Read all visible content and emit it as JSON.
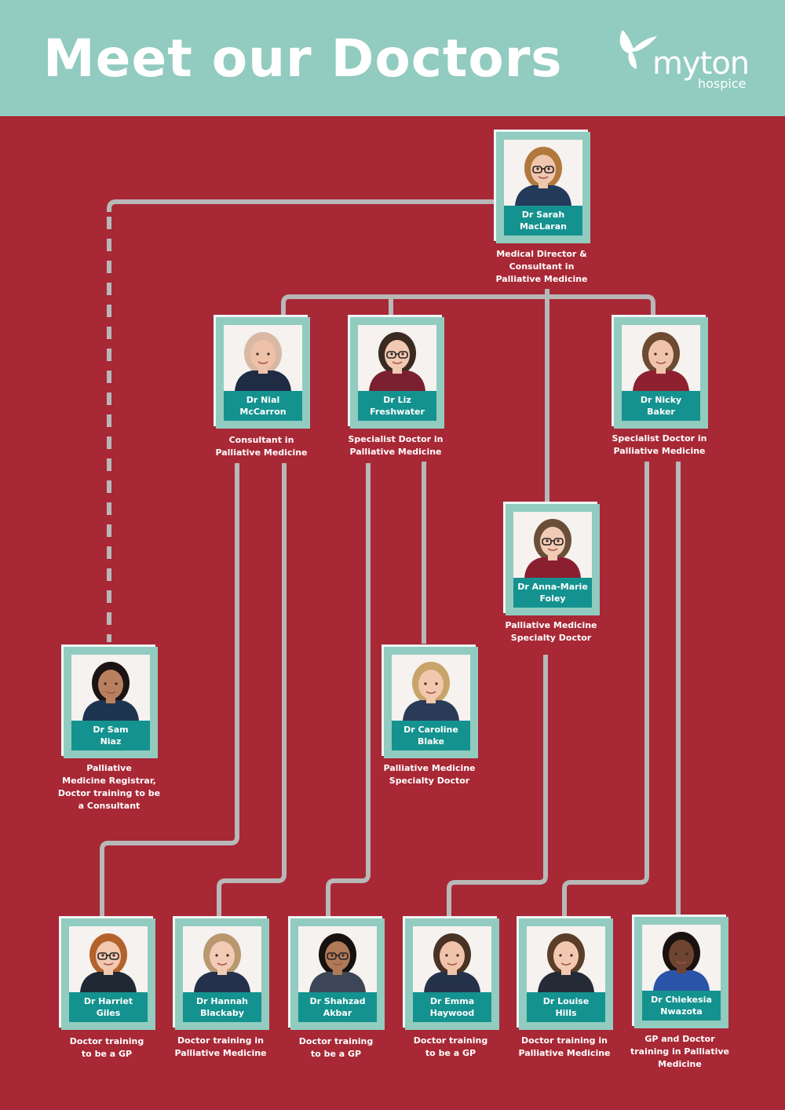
{
  "header": {
    "title": "Meet our Doctors",
    "logo_word": "myton",
    "logo_sub": "hospice"
  },
  "colors": {
    "background": "#a82836",
    "header": "#92cbbf",
    "frame": "#92cbbf",
    "nameplate": "#14928f",
    "connector": "#b8b8b8"
  },
  "doctors": [
    {
      "id": "maclaran",
      "name": "Dr Sarah\nMacLaran",
      "role": "Medical Director &\nConsultant in\nPalliative Medicine",
      "hair": "#b0783c",
      "skin": "#f0c6ae",
      "top": "#233a5a",
      "glasses": true
    },
    {
      "id": "mccarron",
      "name": "Dr Nial\nMcCarron",
      "role": "Consultant in\nPalliative Medicine",
      "hair": "#d9b8a5",
      "skin": "#eec2a8",
      "top": "#1f2c44",
      "glasses": false
    },
    {
      "id": "freshwater",
      "name": "Dr Liz\nFreshwater",
      "role": "Specialist Doctor in\nPalliative Medicine",
      "hair": "#3a2a22",
      "skin": "#f1c8b2",
      "top": "#7a2030",
      "glasses": true
    },
    {
      "id": "baker",
      "name": "Dr Nicky\nBaker",
      "role": "Specialist Doctor in\nPalliative Medicine",
      "hair": "#6e4a32",
      "skin": "#efc4ab",
      "top": "#8e2030",
      "glasses": false
    },
    {
      "id": "foley",
      "name": "Dr Anna-Marie\nFoley",
      "role": "Palliative Medicine\nSpecialty Doctor",
      "hair": "#6a4e38",
      "skin": "#f1cbb4",
      "top": "#8a1f30",
      "glasses": true
    },
    {
      "id": "niaz",
      "name": "Dr Sam\nNiaz",
      "role": "Palliative\nMedicine Registrar,\nDoctor training to be\na Consultant",
      "hair": "#1c1414",
      "skin": "#b98060",
      "top": "#1d3550",
      "glasses": false
    },
    {
      "id": "blake",
      "name": "Dr Caroline\nBlake",
      "role": "Palliative Medicine\nSpecialty Doctor",
      "hair": "#c8a36a",
      "skin": "#f1c8ae",
      "top": "#2a3b58",
      "glasses": false
    },
    {
      "id": "giles",
      "name": "Dr Harriet\nGiles",
      "role": "Doctor training\nto be a GP",
      "hair": "#b3622c",
      "skin": "#f2c8b0",
      "top": "#1f2833",
      "glasses": true
    },
    {
      "id": "blackaby",
      "name": "Dr Hannah\nBlackaby",
      "role": "Doctor training in\nPalliative Medicine",
      "hair": "#b99870",
      "skin": "#f2cbb5",
      "top": "#24314a",
      "glasses": false
    },
    {
      "id": "akbar",
      "name": "Dr Shahzad\nAkbar",
      "role": "Doctor training\nto be a GP",
      "hair": "#171210",
      "skin": "#b07a58",
      "top": "#3c4656",
      "glasses": true
    },
    {
      "id": "haywood",
      "name": "Dr Emma\nHaywood",
      "role": "Doctor training\nto be a GP",
      "hair": "#4a3224",
      "skin": "#f0c4aa",
      "top": "#26324a",
      "glasses": false
    },
    {
      "id": "hills",
      "name": "Dr Louise\nHills",
      "role": "Doctor training in\nPalliative Medicine",
      "hair": "#5a3e2a",
      "skin": "#f2c9b0",
      "top": "#242a36",
      "glasses": false
    },
    {
      "id": "nwazota",
      "name": "Dr Chiekesia\nNwazota",
      "role": "GP and Doctor\ntraining in Palliative\nMedicine",
      "hair": "#1a1210",
      "skin": "#6e4530",
      "top": "#2a54a8",
      "glasses": false
    }
  ]
}
